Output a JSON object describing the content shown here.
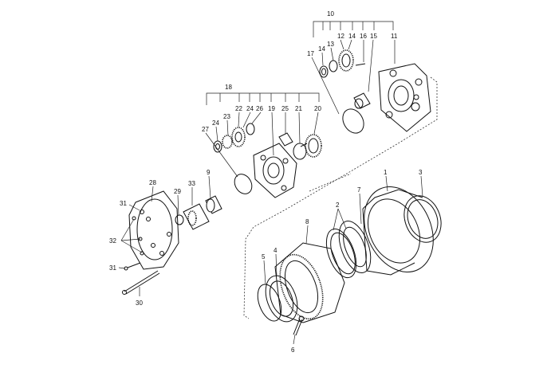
{
  "diagram": {
    "callouts": [
      {
        "id": "c1",
        "text": "1"
      },
      {
        "id": "c2",
        "text": "2"
      },
      {
        "id": "c3",
        "text": "3"
      },
      {
        "id": "c4",
        "text": "4"
      },
      {
        "id": "c5",
        "text": "5"
      },
      {
        "id": "c6",
        "text": "6"
      },
      {
        "id": "c7",
        "text": "7"
      },
      {
        "id": "c8",
        "text": "8"
      },
      {
        "id": "c9",
        "text": "9"
      },
      {
        "id": "c10",
        "text": "10"
      },
      {
        "id": "c11",
        "text": "11"
      },
      {
        "id": "c12",
        "text": "12"
      },
      {
        "id": "c13",
        "text": "13"
      },
      {
        "id": "c14a",
        "text": "14"
      },
      {
        "id": "c14b",
        "text": "14"
      },
      {
        "id": "c15",
        "text": "15"
      },
      {
        "id": "c16",
        "text": "16"
      },
      {
        "id": "c17",
        "text": "17"
      },
      {
        "id": "c18",
        "text": "18"
      },
      {
        "id": "c19",
        "text": "19"
      },
      {
        "id": "c20",
        "text": "20"
      },
      {
        "id": "c21",
        "text": "21"
      },
      {
        "id": "c22",
        "text": "22"
      },
      {
        "id": "c23",
        "text": "23"
      },
      {
        "id": "c24a",
        "text": "24"
      },
      {
        "id": "c24b",
        "text": "24"
      },
      {
        "id": "c25",
        "text": "25"
      },
      {
        "id": "c26",
        "text": "26"
      },
      {
        "id": "c27",
        "text": "27"
      },
      {
        "id": "c28",
        "text": "28"
      },
      {
        "id": "c29",
        "text": "29"
      },
      {
        "id": "c30",
        "text": "30"
      },
      {
        "id": "c31a",
        "text": "31"
      },
      {
        "id": "c31b",
        "text": "31"
      },
      {
        "id": "c32",
        "text": "32"
      },
      {
        "id": "c33",
        "text": "33"
      }
    ]
  }
}
